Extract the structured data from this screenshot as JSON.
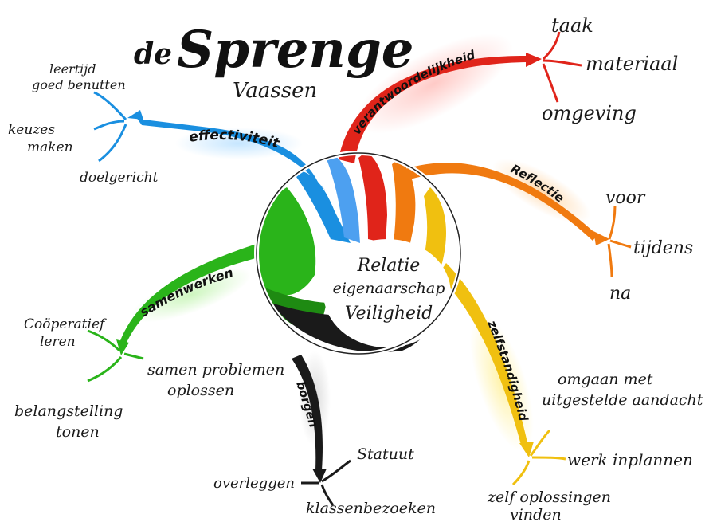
{
  "title": {
    "prefix": "de",
    "main": "Sprenge",
    "sub": "Vaassen"
  },
  "center": {
    "lines": [
      "Relatie",
      "eigenaarschap",
      "Veiligheid"
    ]
  },
  "branches": {
    "effectiviteit": {
      "label": "effectiviteit",
      "color": "#1a8fe0",
      "leaves": [
        "leertijd",
        "goed benutten",
        "keuzes",
        "maken",
        "doelgericht"
      ]
    },
    "verantwoordelijkheid": {
      "label": "verantwoordelijkheid",
      "color": "#e0241a",
      "leaves": [
        "taak",
        "materiaal",
        "omgeving"
      ]
    },
    "reflectie": {
      "label": "Reflectie",
      "color": "#f07a10",
      "leaves": [
        "voor",
        "tijdens",
        "na"
      ]
    },
    "zelfstandigheid": {
      "label": "zelfstandigheid",
      "color": "#f0c010",
      "leaves": [
        "omgaan met",
        "uitgestelde aandacht",
        "werk inplannen",
        "zelf oplossingen",
        "vinden"
      ]
    },
    "borgen": {
      "label": "borgen",
      "color": "#1a1a1a",
      "leaves": [
        "Statuut",
        "overleggen",
        "klassenbezoeken"
      ]
    },
    "samenwerken": {
      "label": "samenwerken",
      "color": "#2ab41a",
      "leaves": [
        "Coöperatief",
        "leren",
        "samen problemen",
        "oplossen",
        "belangstelling",
        "tonen"
      ]
    }
  }
}
